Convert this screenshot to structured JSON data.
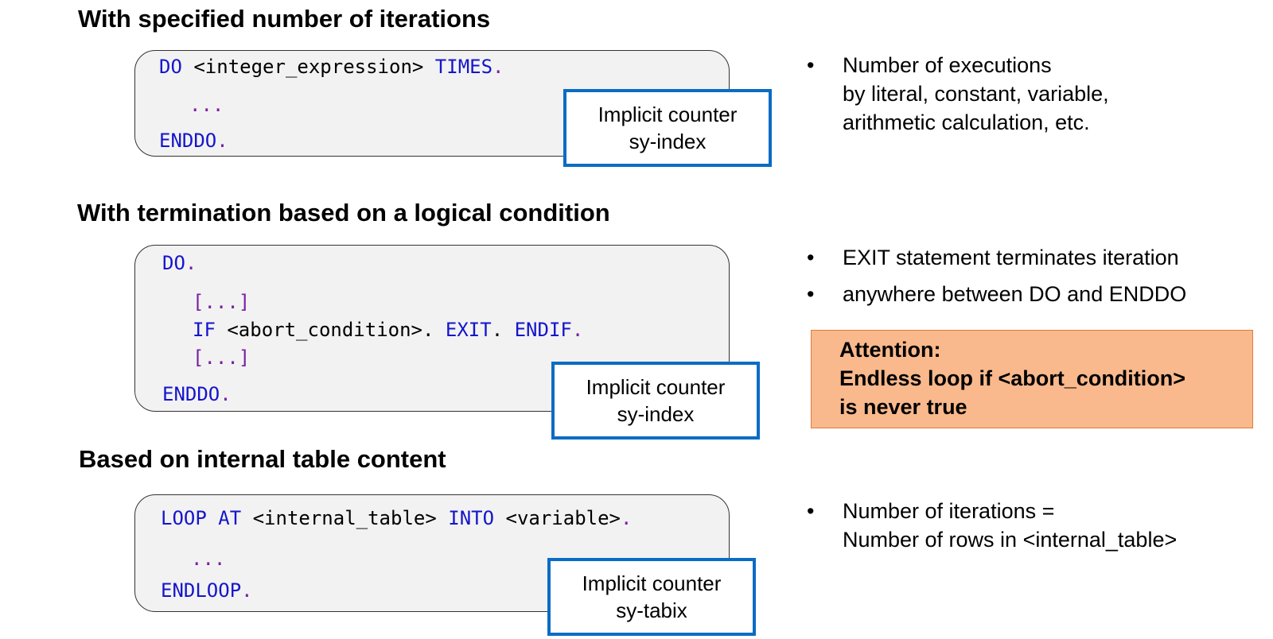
{
  "section1": {
    "heading": "With specified number of iterations",
    "code": {
      "line1": {
        "kw1": "DO",
        "text1": " <integer_expression> ",
        "kw2": "TIMES",
        "dot": "."
      },
      "line2": {
        "dots": "..."
      },
      "line3": {
        "kw": "ENDDO",
        "dot": "."
      }
    },
    "callout": {
      "line1": "Implicit counter",
      "line2": "sy-index"
    },
    "bullets": [
      {
        "lines": [
          "Number of executions",
          "by literal, constant, variable,",
          "arithmetic calculation, etc."
        ]
      }
    ]
  },
  "section2": {
    "heading": "With termination based on a logical condition",
    "code": {
      "line1": {
        "kw": "DO",
        "dot": "."
      },
      "line2": {
        "dots": "[...]"
      },
      "line3": {
        "kw1": "IF",
        "text1": " <abort_condition>. ",
        "kw2": "EXIT",
        "text2": ". ",
        "kw3": "ENDIF",
        "dot": "."
      },
      "line4": {
        "dots": "[...]"
      },
      "line5": {
        "kw": "ENDDO",
        "dot": "."
      }
    },
    "callout": {
      "line1": "Implicit counter",
      "line2": "sy-index"
    },
    "bullets": [
      {
        "lines": [
          "EXIT statement terminates iteration"
        ]
      },
      {
        "lines": [
          "anywhere between DO and ENDDO"
        ]
      }
    ],
    "attention": {
      "line1": "Attention:",
      "line2": "Endless loop if <abort_condition>",
      "line3": "is never true"
    }
  },
  "section3": {
    "heading": "Based on internal table content",
    "code": {
      "line1": {
        "kw1": "LOOP AT",
        "text1": " <internal_table> ",
        "kw2": "INTO",
        "text2": " <variable>",
        "dot": "."
      },
      "line2": {
        "dots": "..."
      },
      "line3": {
        "kw": "ENDLOOP",
        "dot": "."
      }
    },
    "callout": {
      "line1": "Implicit counter",
      "line2": "sy-tabix"
    },
    "bullets": [
      {
        "lines": [
          "Number of iterations =",
          "Number of rows in <internal_table>"
        ]
      }
    ]
  },
  "colors": {
    "keyword": "#1515cc",
    "punctuation": "#7a1fa2",
    "callout_border": "#0a6cc4",
    "attention_bg": "#f9b98c",
    "code_bg": "#f2f2f2"
  }
}
